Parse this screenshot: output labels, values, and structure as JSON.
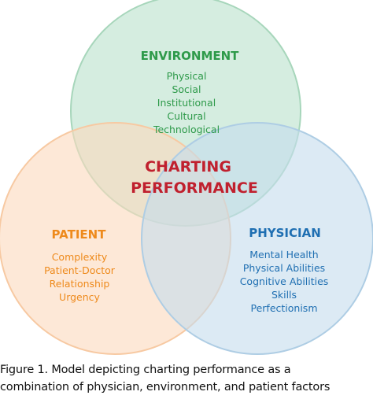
{
  "colors": {
    "environment_fill": "#bfe3cf",
    "environment_stroke": "#a7d6bb",
    "environment_text": "#2e9a4a",
    "patient_fill": "#fbd9bd",
    "patient_stroke": "#f7c9a2",
    "patient_text": "#ee8a1c",
    "physician_fill": "#c5dced",
    "physician_stroke": "#aecde4",
    "physician_text": "#1f6fb2",
    "center_text": "#c0202e"
  },
  "environment": {
    "title": "ENVIRONMENT",
    "items": [
      "Physical",
      "Social",
      "Institutional",
      "Cultural",
      "Technological"
    ]
  },
  "patient": {
    "title": "PATIENT",
    "items": [
      "Complexity",
      "Patient-Doctor",
      "Relationship",
      "Urgency"
    ]
  },
  "physician": {
    "title": "PHYSICIAN",
    "items": [
      "Mental Health",
      "Physical Abilities",
      "Cognitive Abilities",
      "Skills",
      "Perfectionism"
    ]
  },
  "center": {
    "line1": "CHARTING",
    "line2": "PERFORMANCE"
  },
  "caption": {
    "line1": "Figure 1. Model depicting charting performance as a",
    "line2": "combination of physician, environment, and patient factors"
  }
}
